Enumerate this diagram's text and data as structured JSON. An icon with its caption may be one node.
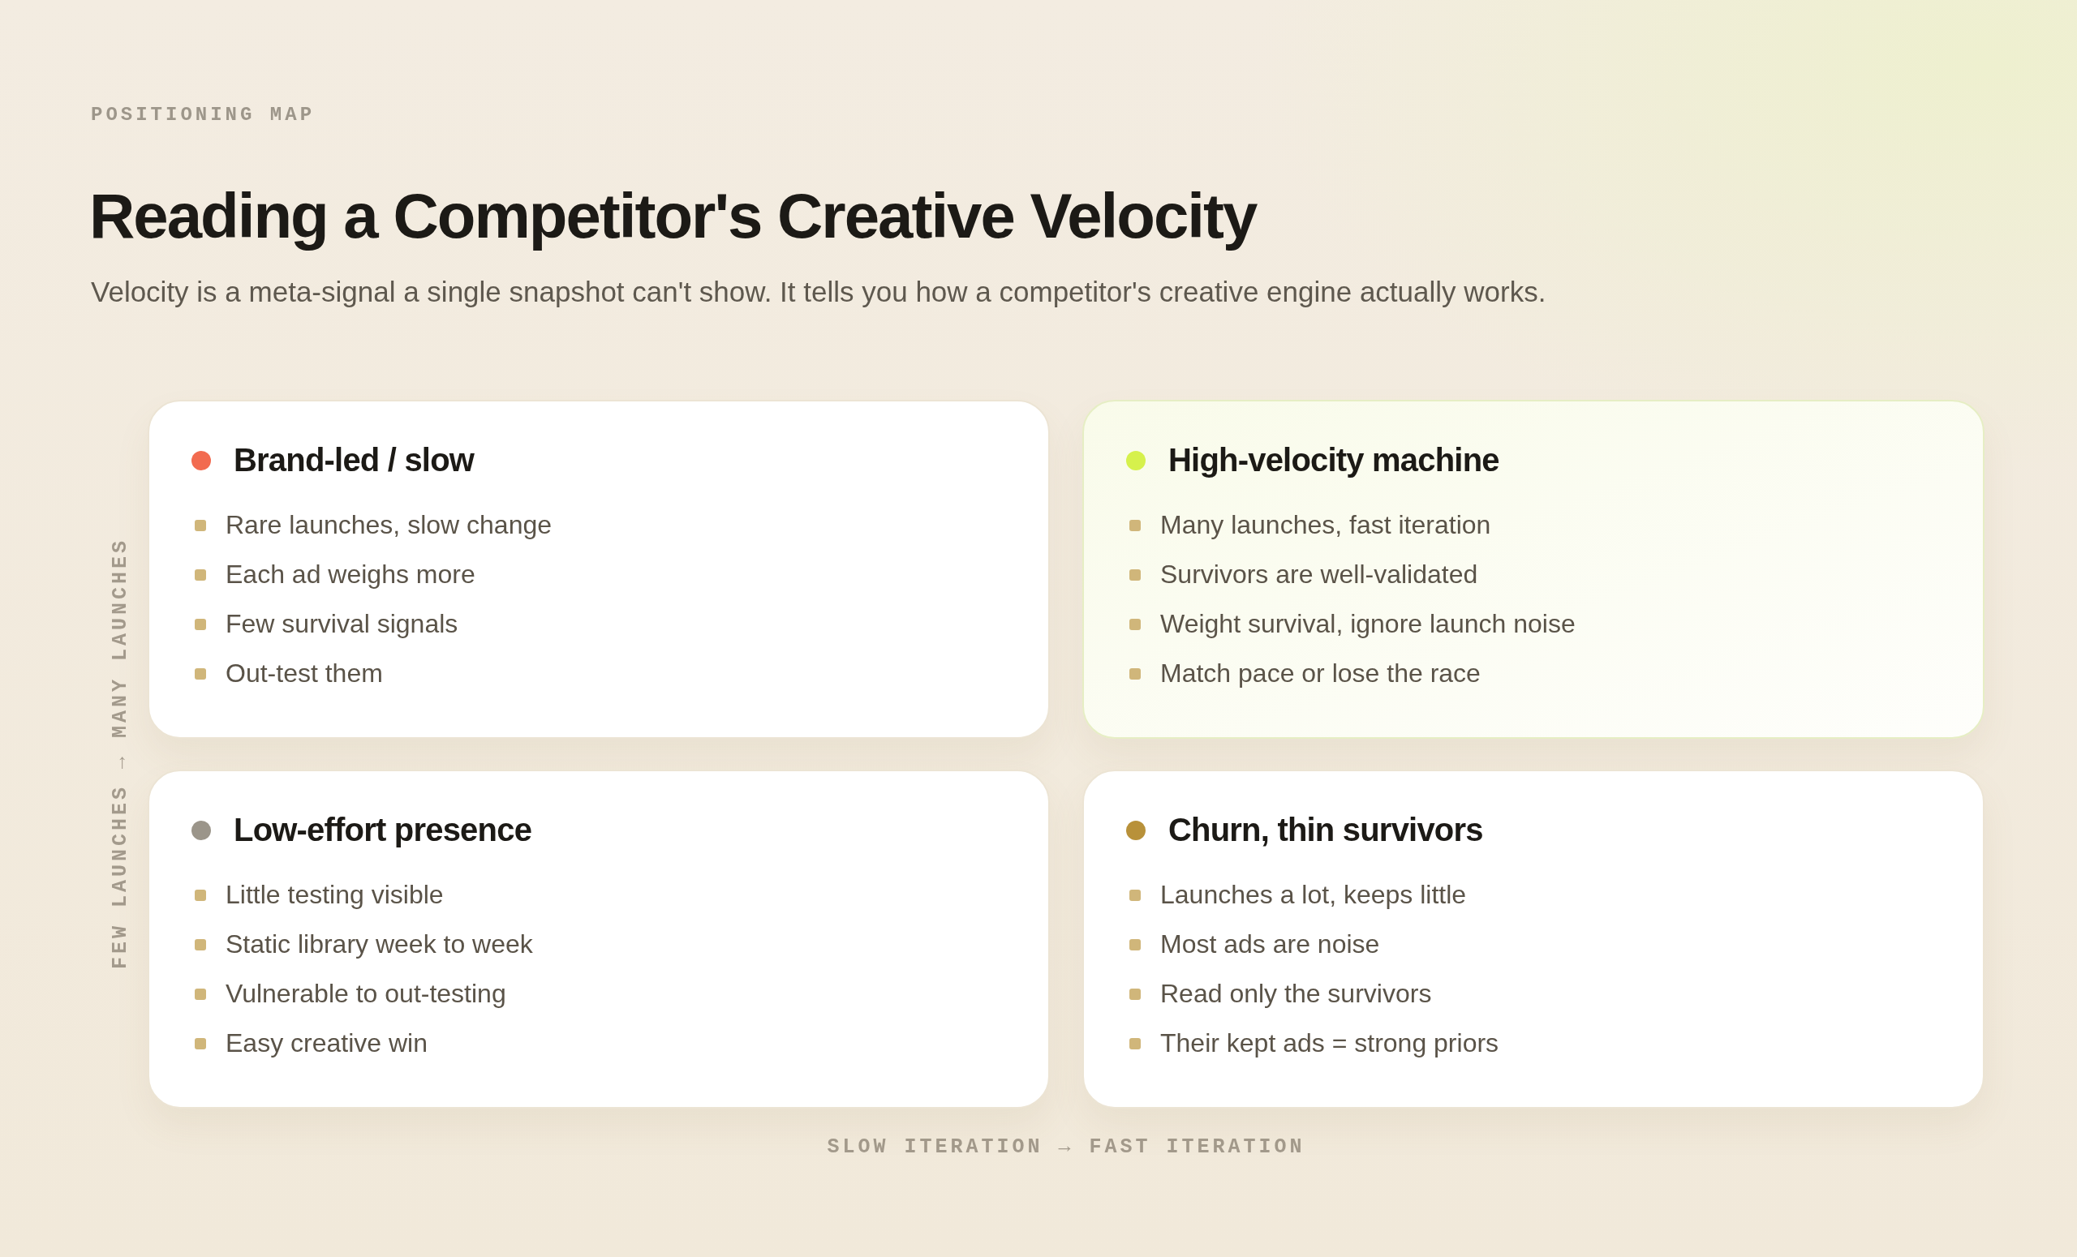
{
  "diagram": {
    "title": "Reading a Competitor's Creative Velocity",
    "nodes": [
      {
        "text": [
          "Brand-led / slow",
          "Rare launches, slow change",
          "Each ad weighs more",
          "Few survival signals",
          "Out-test them"
        ]
      },
      {
        "text": [
          "High-velocity machine",
          "Many launches, fast iteration",
          "Survivors are well-validated",
          "Weight survival, ignore launch noise",
          "Match pace or lose the race"
        ]
      },
      {
        "text": [
          "Low-effort presence",
          "Little testing visible",
          "Static library week to week",
          "Vulnerable to out-testing",
          "Easy creative win"
        ]
      },
      {
        "text": [
          "Churn, thin survivors",
          "Launches a lot, keeps little",
          "Most ads are noise",
          "Read only the survivors",
          "Their kept ads = strong priors"
        ]
      }
    ],
    "labels": [
      "POSITIONING MAP",
      "Velocity is a meta-signal a single snapshot can't show. It tells you how a competitor's creative engine actually works.",
      "FEW LAUNCHES → MANY LAUNCHES",
      "SLOW ITERATION → FAST ITERATION"
    ]
  }
}
